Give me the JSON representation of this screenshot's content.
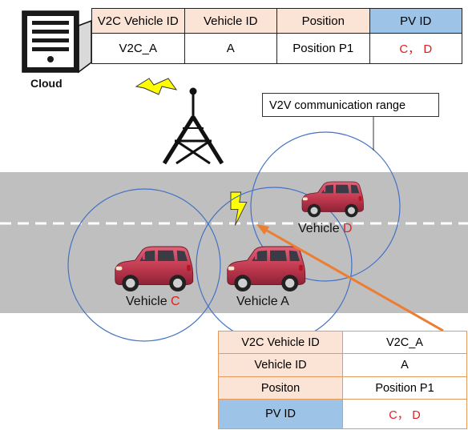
{
  "cloud_label": "Cloud",
  "cloud_table": {
    "headers": [
      "V2C Vehicle ID",
      "Vehicle ID",
      "Position",
      "PV ID"
    ],
    "row": [
      "V2C_A",
      "A",
      "Position P1",
      "C， D"
    ]
  },
  "range_label": "V2V  communication range",
  "vehicles": {
    "c": {
      "prefix": "Vehicle ",
      "id": "C"
    },
    "a": {
      "prefix": "Vehicle ",
      "id": "A"
    },
    "d": {
      "prefix": "Vehicle ",
      "id": "D"
    }
  },
  "vehicle_table": {
    "rows": [
      {
        "key": "V2C Vehicle ID",
        "value": "V2C_A"
      },
      {
        "key": "Vehicle ID",
        "value": "A"
      },
      {
        "key": "Positon",
        "value": "Position P1"
      },
      {
        "key": "PV ID",
        "value": "C， D"
      }
    ]
  },
  "colors": {
    "road": "#bfbfbf",
    "range_circle": "#4472c4",
    "pointer_arrow": "#ed7d31",
    "highlight_header": "#fbe4d5",
    "pv_header": "#9dc3e6",
    "pv_text": "#e02020",
    "lightning": "#ffff00",
    "car_body": "#c0394f"
  }
}
